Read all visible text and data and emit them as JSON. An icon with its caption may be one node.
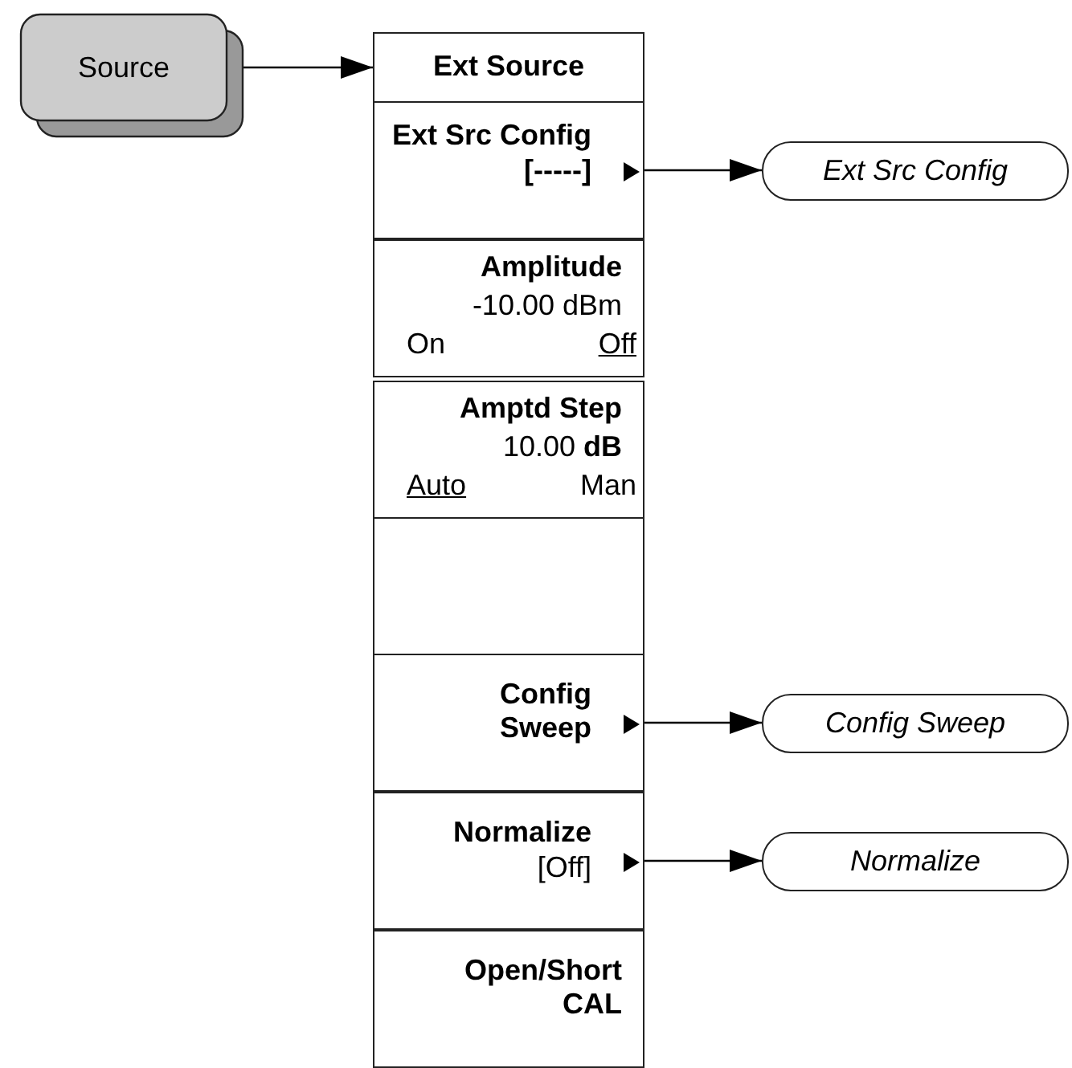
{
  "diagram": {
    "nodes": [
      {
        "text": [
          "Source"
        ]
      },
      {
        "text": [
          "Ext Source"
        ]
      },
      {
        "text": [
          "Ext Src Config",
          "[-----]"
        ]
      },
      {
        "text": [
          "Amplitude",
          "-10.00 dBm",
          "On",
          "Off"
        ]
      },
      {
        "text": [
          "Amptd Step",
          "10.00 **dB**",
          "Auto",
          "Man"
        ]
      },
      {
        "text": [],
        "shape": "box"
      },
      {
        "text": [
          "Config Sweep"
        ]
      },
      {
        "text": [
          "Normalize",
          "[Off]"
        ]
      },
      {
        "text": [
          "Open/Short CAL"
        ]
      },
      {
        "text": [
          "Ext Src Config"
        ]
      },
      {
        "text": [
          "Config Sweep"
        ]
      },
      {
        "text": [
          "Normalize"
        ]
      }
    ],
    "edges": [
      {
        "from": 0,
        "to": 1,
        "arrow": "to"
      },
      {
        "from": 2,
        "to": 9,
        "arrow": "to"
      },
      {
        "from": 6,
        "to": 10,
        "arrow": "to"
      },
      {
        "from": 7,
        "to": 11,
        "arrow": "to"
      }
    ]
  }
}
